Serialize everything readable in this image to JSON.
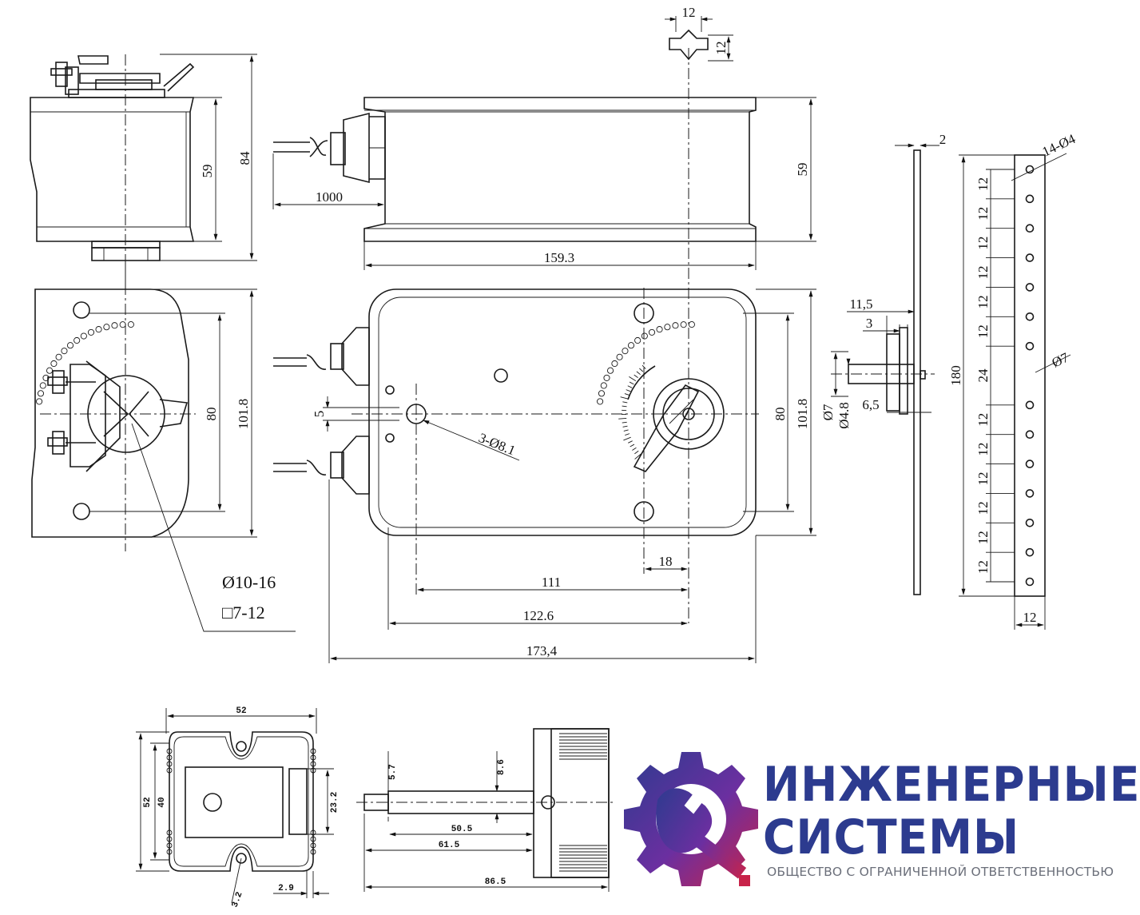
{
  "top_view": {
    "dims": {
      "h59": "59",
      "h84": "84"
    }
  },
  "cable": {
    "length": "1000"
  },
  "side_view": {
    "dims": {
      "width": "159.3",
      "height": "59"
    }
  },
  "shaft_profile": {
    "w": "12",
    "h": "12"
  },
  "front_view": {
    "dims": {
      "d5": "5",
      "holes": "3-Ø8.1",
      "h80": "80",
      "h101": "101.8",
      "d18": "18",
      "d111": "111",
      "d122": "122.6",
      "d173": "173,4"
    }
  },
  "left_view": {
    "dims": {
      "h80": "80",
      "h101": "101.8"
    },
    "shaft_round": "Ø10-16",
    "shaft_square": "□7-12"
  },
  "bracket": {
    "dims": {
      "t2": "2",
      "d11": "11,5",
      "d3": "3",
      "d7": "Ø7",
      "d48": "Ø4.8",
      "d65": "6,5"
    }
  },
  "strip": {
    "holes": "14-Ø4",
    "pitch_labels": [
      "12",
      "12",
      "12",
      "12",
      "12",
      "12",
      "24",
      "12",
      "12",
      "12",
      "12",
      "12",
      "12"
    ],
    "length": "180",
    "big_hole": "Ø7",
    "width": "12"
  },
  "knob_front": {
    "dims": {
      "w52": "52",
      "h52": "52",
      "h40": "40",
      "h232": "23.2",
      "d29": "2.9",
      "d32": "3.2"
    }
  },
  "knob_side": {
    "dims": {
      "d57": "5.7",
      "d86": "8.6",
      "l505": "50.5",
      "l615": "61.5",
      "l865": "86.5"
    }
  },
  "company": {
    "line1": "ИНЖЕНЕРНЫЕ",
    "line2": "СИСТЕМЫ",
    "subtitle": "ОБЩЕСТВО С ОГРАНИЧЕННОЙ ОТВЕТСТВЕННОСТЬЮ",
    "colors": {
      "primary": "#2c3b8f",
      "accent": "#c8234a",
      "gradient_mid": "#6b2fa0"
    }
  }
}
